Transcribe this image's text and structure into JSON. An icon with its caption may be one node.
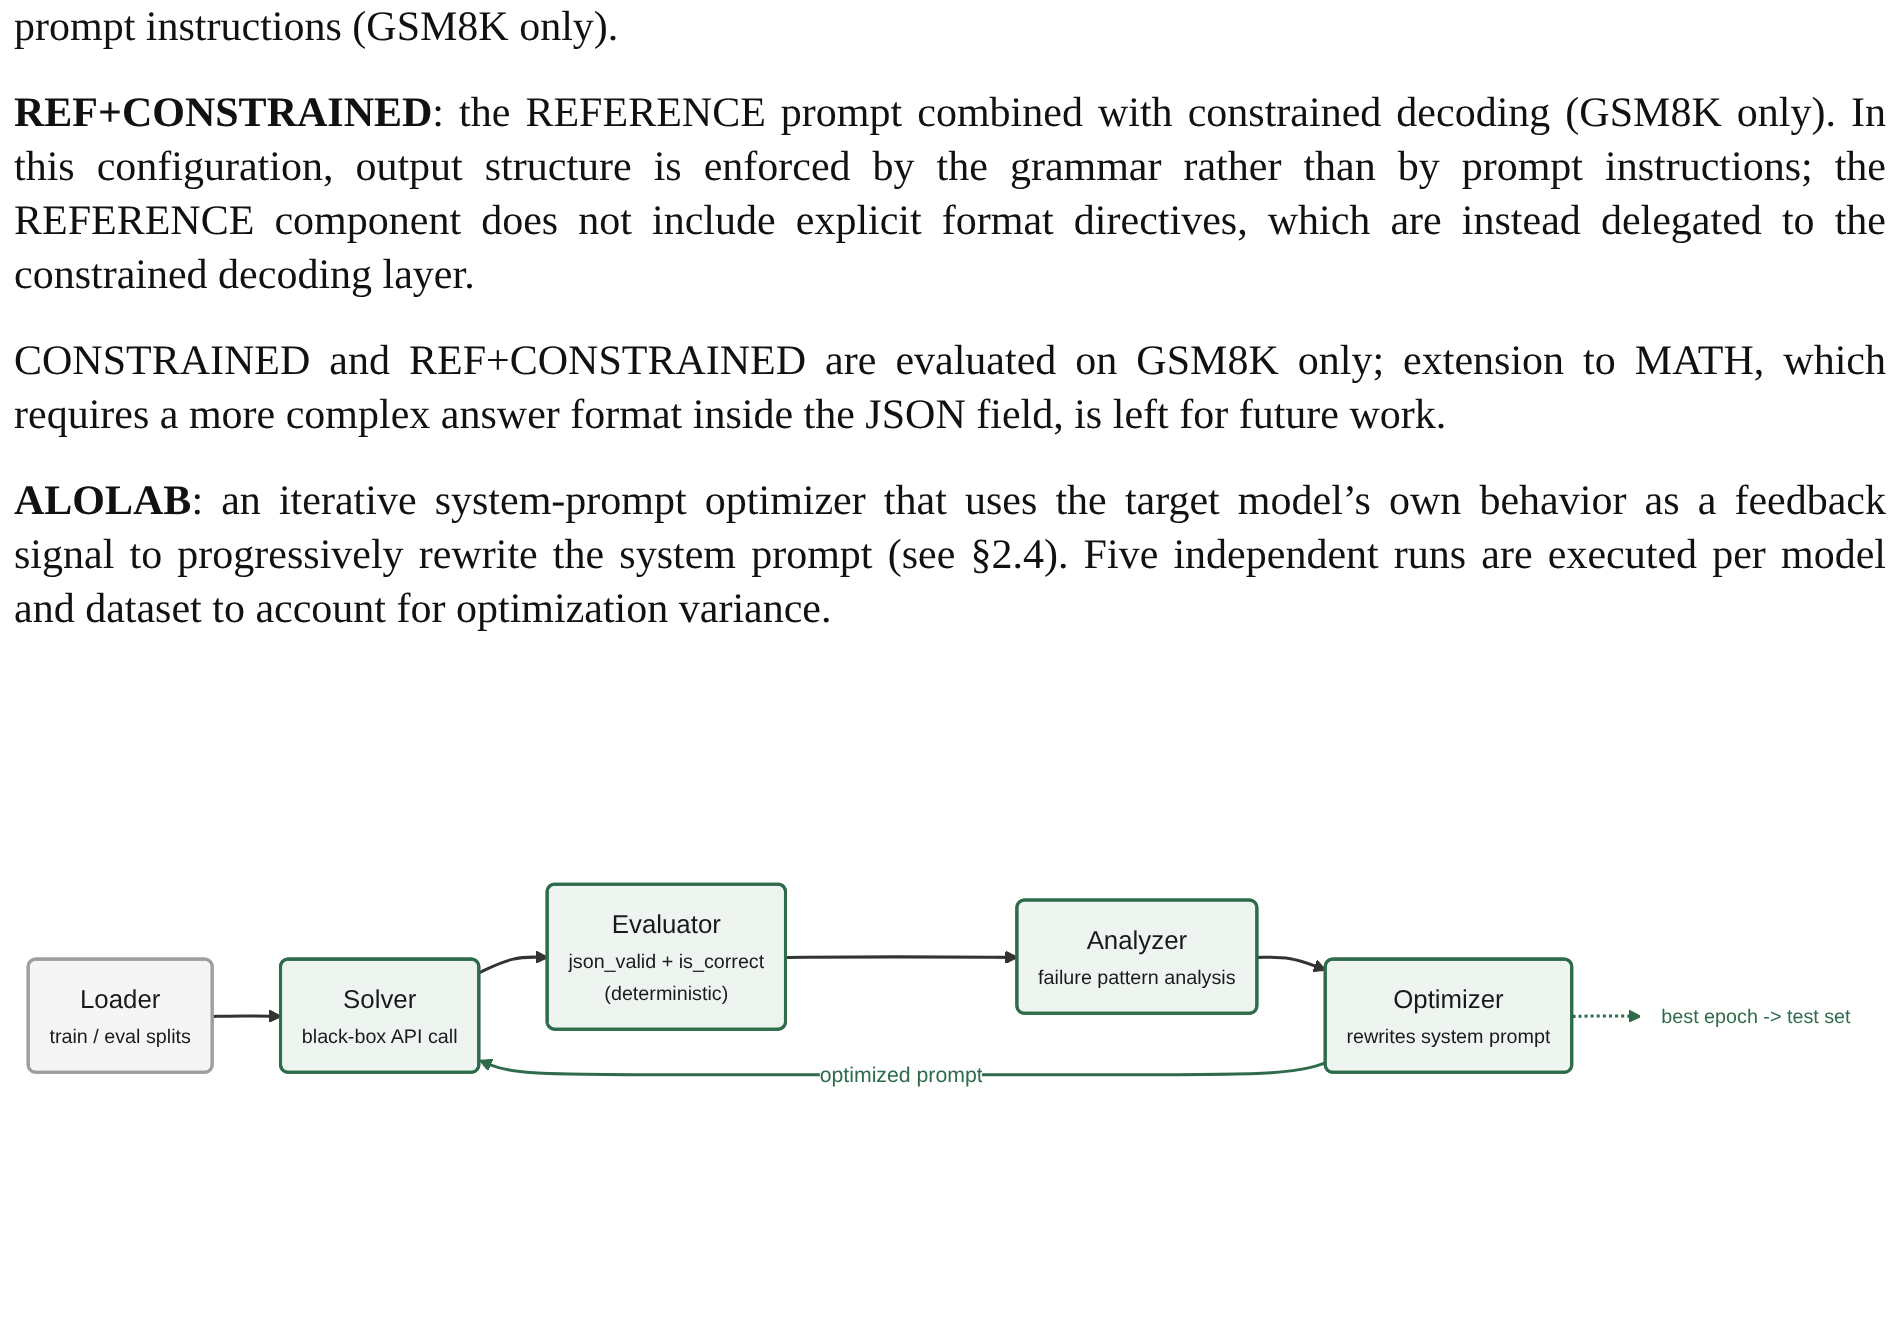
{
  "diagram": {
    "nodes": [
      {
        "text": [
          "Loader",
          "train / eval splits"
        ]
      },
      {
        "text": [
          "Solver",
          "black-box API call"
        ]
      },
      {
        "text": [
          "Evaluator",
          "json_valid + is_correct",
          "(deterministic)"
        ]
      },
      {
        "text": [
          "Analyzer",
          "failure pattern analysis"
        ]
      },
      {
        "text": [
          "Optimizer",
          "rewrites system prompt"
        ]
      },
      {
        "text": [
          "best epoch -> test set"
        ]
      }
    ],
    "edges": [
      {
        "from": 0,
        "to": 1,
        "arrow": "to"
      },
      {
        "from": 1,
        "to": 2,
        "arrow": "to"
      },
      {
        "from": 2,
        "to": 3,
        "arrow": "to"
      },
      {
        "from": 3,
        "to": 4,
        "arrow": "to"
      },
      {
        "from": 4,
        "to": 1,
        "arrow": "to",
        "label": "optimized prompt",
        "color": "#2e6b4a"
      },
      {
        "from": 4,
        "to": 5,
        "arrow": "to",
        "style": "dashed",
        "color": "#2e6b4a"
      }
    ],
    "labels": [
      "prompt instructions (GSM8K only).",
      "**REF+CONSTRAINED**: the REFERENCE prompt combined with constrained decoding (GSM8K only). In this configuration, output structure is enforced by the grammar rather than by prompt instructions; the REFERENCE component does not include explicit format directives, which are instead delegated to the constrained decoding layer.",
      "CONSTRAINED and REF+CONSTRAINED are evaluated on GSM8K only; extension to MATH, which requires a more complex answer format inside the JSON field, is left for future work.",
      "**ALOLAB**: an iterative system-prompt optimizer that uses the target model’s own behavior as a feedback signal to progressively rewrite the system prompt (see §2.4). Five independent runs are executed per model and dataset to account for optimization variance."
    ]
  }
}
